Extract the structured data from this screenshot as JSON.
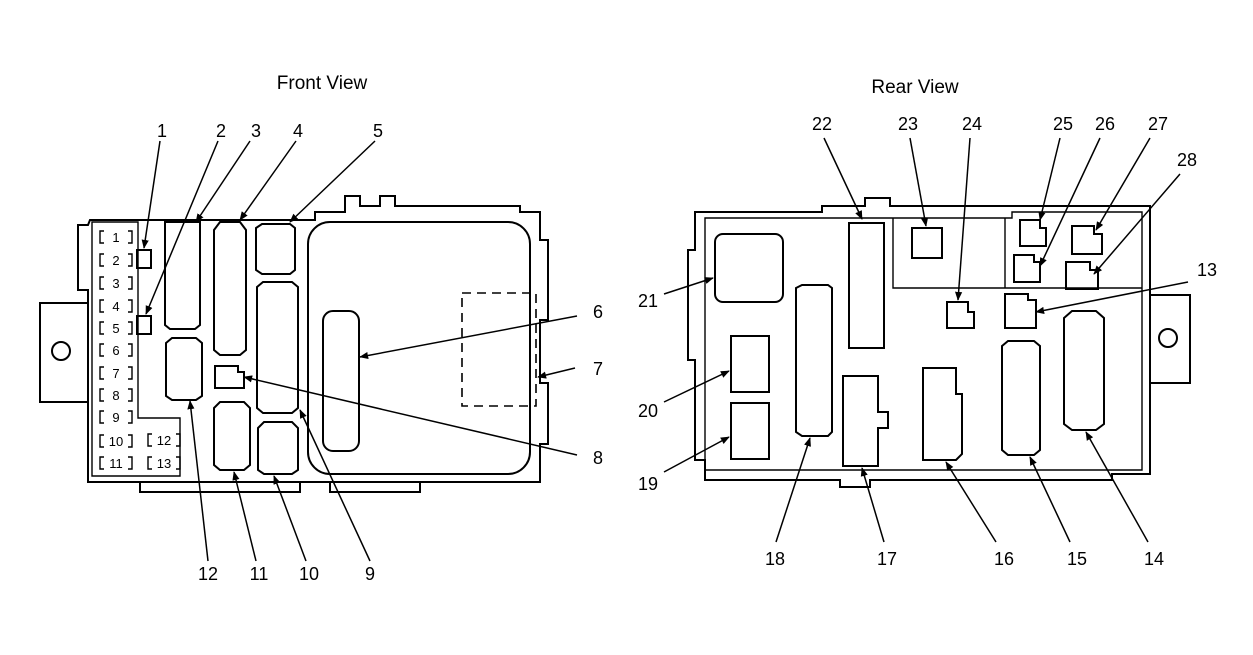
{
  "front": {
    "title": "Front View",
    "slots": [
      "1",
      "2",
      "3",
      "4",
      "5",
      "6",
      "7",
      "8",
      "9",
      "10",
      "11",
      "12",
      "13"
    ],
    "callouts": [
      "1",
      "2",
      "3",
      "4",
      "5",
      "6",
      "7",
      "8",
      "9",
      "10",
      "11",
      "12"
    ]
  },
  "rear": {
    "title": "Rear View",
    "callouts": [
      "13",
      "14",
      "15",
      "16",
      "17",
      "18",
      "19",
      "20",
      "21",
      "22",
      "23",
      "24",
      "25",
      "26",
      "27",
      "28"
    ]
  }
}
